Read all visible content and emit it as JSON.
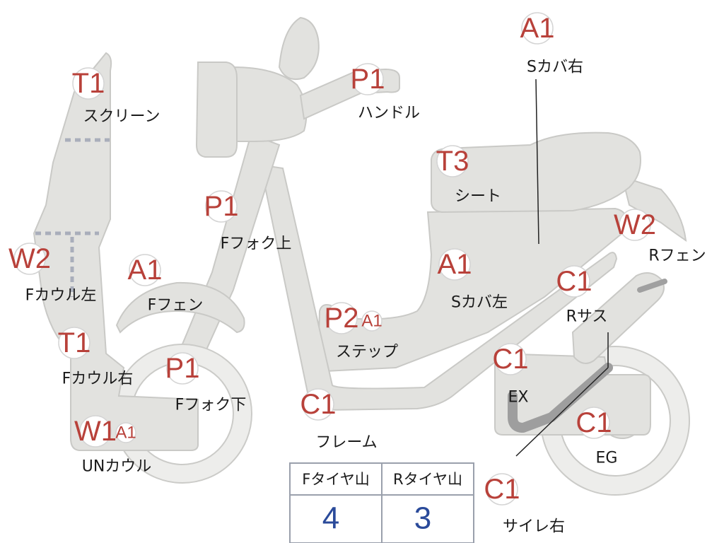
{
  "parts": [
    {
      "id": "screen",
      "code": "T1",
      "label": "スクリーン"
    },
    {
      "id": "handle",
      "code": "P1",
      "label": "ハンドル"
    },
    {
      "id": "side-cover-right",
      "code": "A1",
      "label": "Sカバ右"
    },
    {
      "id": "seat",
      "code": "T3",
      "label": "シート"
    },
    {
      "id": "front-fork-upper",
      "code": "P1",
      "label": "Fフォク上"
    },
    {
      "id": "rear-fender",
      "code": "W2",
      "label": "Rフェン"
    },
    {
      "id": "front-cowl-left",
      "code": "W2",
      "label": "Fカウル左"
    },
    {
      "id": "front-fender",
      "code": "A1",
      "label": "Fフェン"
    },
    {
      "id": "side-cover-left",
      "code": "A1",
      "label": "Sカバ左"
    },
    {
      "id": "step",
      "codes": [
        "P2",
        "A1"
      ],
      "label": "ステップ"
    },
    {
      "id": "rear-suspension",
      "code": "C1",
      "label": "Rサス"
    },
    {
      "id": "front-cowl-right",
      "code": "T1",
      "label": "Fカウル右"
    },
    {
      "id": "front-fork-lower",
      "code": "P1",
      "label": "Fフォク下"
    },
    {
      "id": "exhaust",
      "code": "C1",
      "label": "EX"
    },
    {
      "id": "frame",
      "code": "C1",
      "label": "フレーム"
    },
    {
      "id": "engine",
      "code": "C1",
      "label": "EG"
    },
    {
      "id": "under-cowl",
      "codes": [
        "W1",
        "A1"
      ],
      "label": "UNカウル"
    },
    {
      "id": "muffler-right",
      "code": "C1",
      "label": "サイレ右"
    }
  ],
  "tire_table": {
    "columns": [
      "Fタイヤ山",
      "Rタイヤ山"
    ],
    "values": [
      "4",
      "3"
    ]
  },
  "colors": {
    "body_fill": "#e2e2df",
    "badge_text": "#b8413a",
    "table_value": "#2a4a9a",
    "dash": "#a9aebb"
  }
}
